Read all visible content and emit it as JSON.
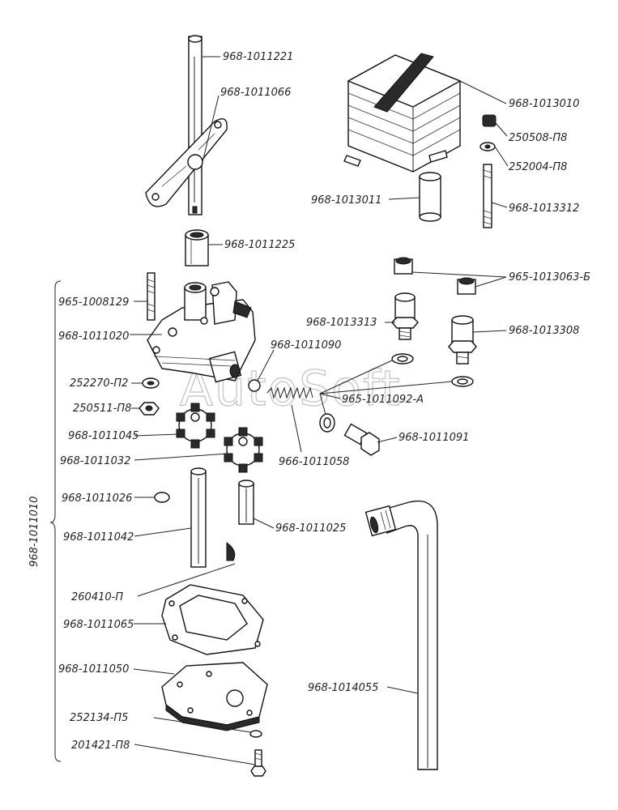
{
  "watermark": "AutoSoft",
  "assembly_label": "968-1011010",
  "labels": {
    "l1": "968-1011221",
    "l2": "968-1011066",
    "l3": "968-1011225",
    "l4": "965-1008129",
    "l5": "968-1011020",
    "l6": "252270-П2",
    "l7": "250511-П8",
    "l8": "968-1011045",
    "l9": "968-1011032",
    "l10": "968-1011026",
    "l11": "968-1011042",
    "l12": "968-1011025",
    "l13": "260410-П",
    "l14": "968-1011065",
    "l15": "968-1011050",
    "l16": "252134-П5",
    "l17": "201421-П8",
    "l18": "968-1013010",
    "l19": "250508-П8",
    "l20": "252004-П8",
    "l21": "968-1013011",
    "l22": "968-1013312",
    "l23": "965-1013063-Б",
    "l24": "968-1013313",
    "l25": "968-1013308",
    "l26": "968-1011090",
    "l27": "965-1011092-А",
    "l28": "966-1011058",
    "l29": "968-1011091",
    "l30": "968-1014055"
  }
}
